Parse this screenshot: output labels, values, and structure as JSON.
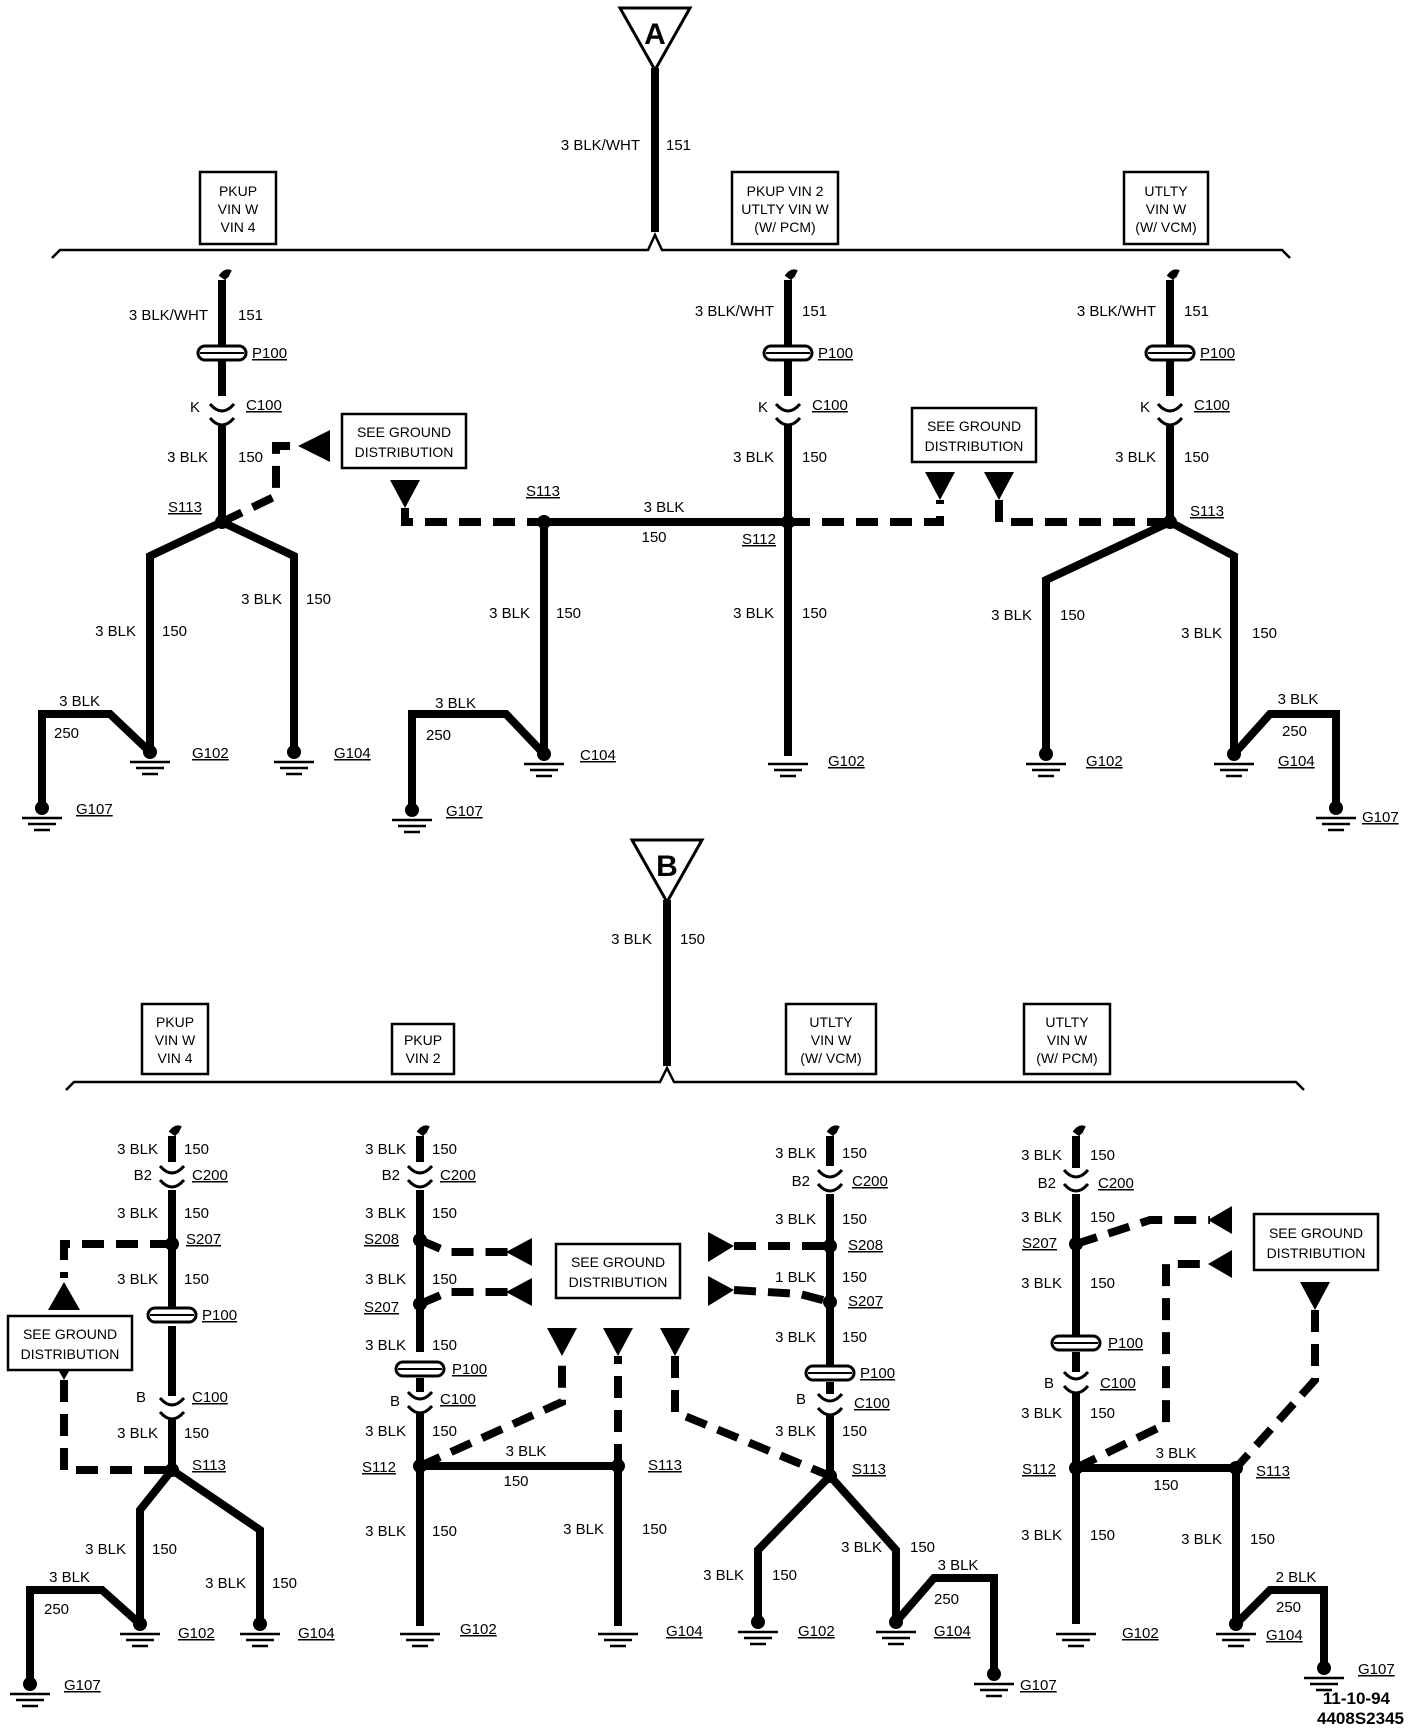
{
  "diagram": {
    "top_section": {
      "connector_label": "A",
      "feed_wire": {
        "size_color": "3 BLK/WHT",
        "circuit": "151"
      },
      "variant_boxes": [
        [
          "PKUP",
          "VIN W",
          "VIN 4"
        ],
        [
          "PKUP VIN 2",
          "UTLTY VIN W",
          "(W/ PCM)"
        ],
        [
          "UTLTY",
          "VIN W",
          "(W/ VCM)"
        ]
      ],
      "wire_151": "3 BLK/WHT",
      "circuit_151": "151",
      "wire_150": "3 BLK",
      "circuit_150": "150",
      "circuit_250": "250",
      "pin_k": "K",
      "see_ground_distribution": [
        "SEE GROUND",
        "DISTRIBUTION"
      ],
      "labels": {
        "p100": "P100",
        "c100": "C100",
        "s113": "S113",
        "s112": "S112",
        "g102": "G102",
        "g104": "G104",
        "g107": "G107",
        "c104": "C104"
      }
    },
    "bottom_section": {
      "connector_label": "B",
      "feed_wire": {
        "size_color": "3 BLK",
        "circuit": "150"
      },
      "variant_boxes": [
        [
          "PKUP",
          "VIN W",
          "VIN 4"
        ],
        [
          "PKUP",
          "VIN 2"
        ],
        [
          "UTLTY",
          "VIN W",
          "(W/ VCM)"
        ],
        [
          "UTLTY",
          "VIN W",
          "(W/ PCM)"
        ]
      ],
      "wire_3blk": "3 BLK",
      "wire_1blk": "1 BLK",
      "wire_2blk": "2 BLK",
      "circuit_150": "150",
      "circuit_250": "250",
      "pin_b2": "B2",
      "pin_b": "B",
      "see_ground_distribution": [
        "SEE GROUND",
        "DISTRIBUTION"
      ],
      "labels": {
        "c200": "C200",
        "c100": "C100",
        "p100": "P100",
        "s207": "S207",
        "s208": "S208",
        "s112": "S112",
        "s113": "S113",
        "g102": "G102",
        "g104": "G104",
        "g107": "G107"
      }
    },
    "footer": {
      "date": "11-10-94",
      "code": "4408S2345"
    }
  }
}
